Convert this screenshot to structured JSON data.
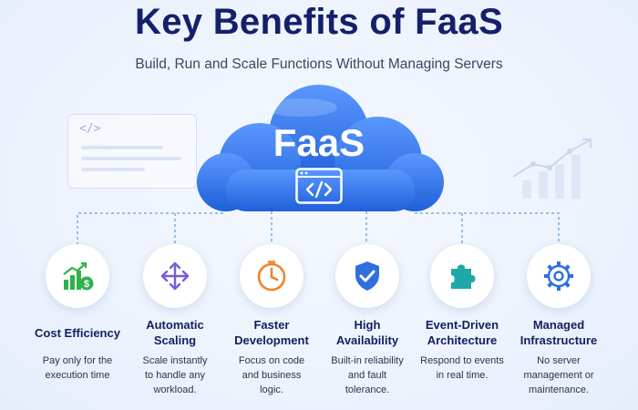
{
  "header": {
    "title": "Key Benefits of FaaS",
    "subtitle": "Build, Run and Scale Functions Without Managing Servers"
  },
  "center": {
    "label": "FaaS",
    "icon": "code-window-icon",
    "decor_tag": "</>"
  },
  "benefits": [
    {
      "title": "Cost Efficiency",
      "description": "Pay only for the\nexecution time",
      "icon": "growth-dollar-icon",
      "color": "#2fb24a"
    },
    {
      "title": "Automatic\nScaling",
      "description": "Scale instantly\nto handle any\nworkload.",
      "icon": "expand-arrows-icon",
      "color": "#7b5bd6"
    },
    {
      "title": "Faster\nDevelopment",
      "description": "Focus on code\nand business\nlogic.",
      "icon": "clock-icon",
      "color": "#f0822a"
    },
    {
      "title": "High\nAvailability",
      "description": "Built-in reliability\nand fault\ntolerance.",
      "icon": "shield-check-icon",
      "color": "#2f6fe0"
    },
    {
      "title": "Event-Driven\nArchitecture",
      "description": "Respond to events\nin real time.",
      "icon": "puzzle-icon",
      "color": "#1fa8a8"
    },
    {
      "title": "Managed\nInfrastructure",
      "description": "No server\nmanagement or\nmaintenance.",
      "icon": "gear-icon",
      "color": "#2f6fe0"
    }
  ],
  "colors": {
    "cloud": "#2f73ea",
    "heading": "#15206b",
    "connector": "#6aa0d8"
  }
}
